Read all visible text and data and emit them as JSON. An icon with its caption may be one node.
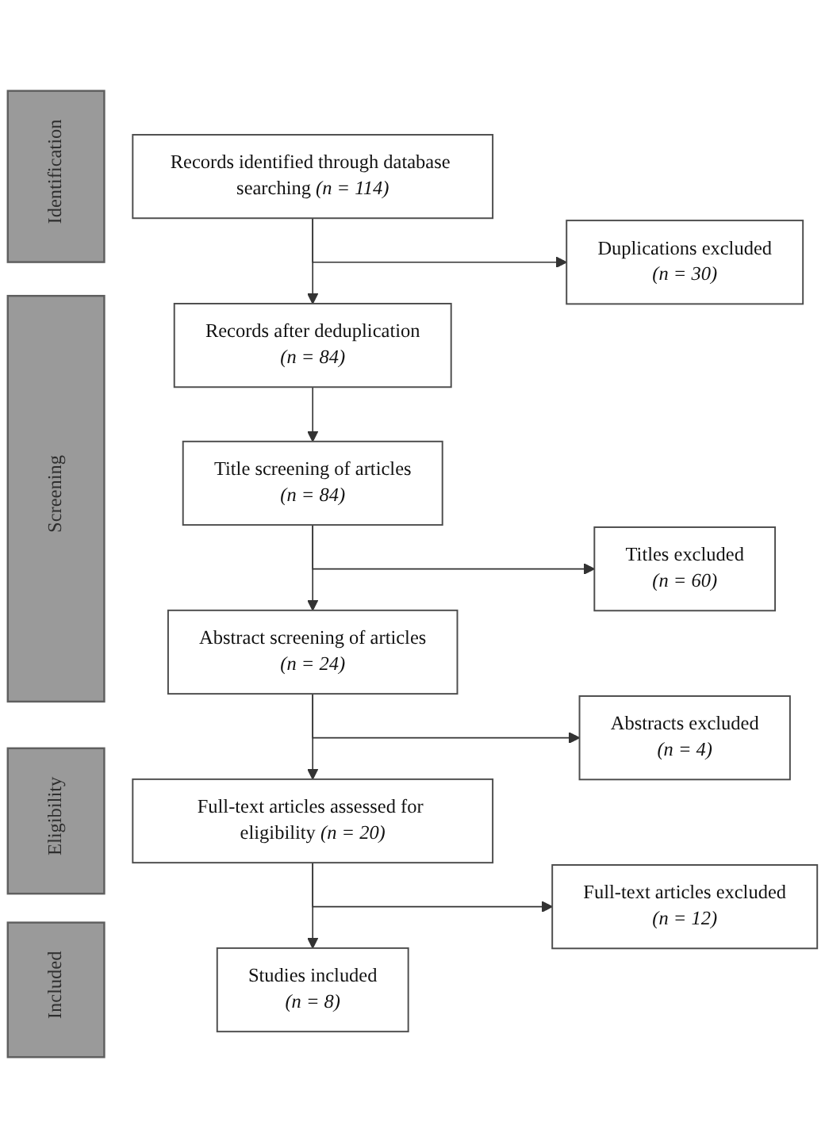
{
  "diagram": {
    "nodes": [
      {
        "text": [
          "Identification"
        ]
      },
      {
        "text": [
          "Records identified through database searching *(n = 114)*"
        ]
      },
      {
        "text": [
          "Duplications excluded",
          "(n = 30)"
        ]
      },
      {
        "text": [
          "Screening"
        ]
      },
      {
        "text": [
          "Records after deduplication",
          "(n = 84)"
        ]
      },
      {
        "text": [
          "Title screening of articles",
          "(n = 84)"
        ]
      },
      {
        "text": [
          "Titles excluded",
          "(n = 60)"
        ]
      },
      {
        "text": [
          "Abstract screening of articles",
          "(n = 24)"
        ]
      },
      {
        "text": [
          "Abstracts excluded",
          "(n = 4)"
        ]
      },
      {
        "text": [
          "Eligibility"
        ]
      },
      {
        "text": [
          "Full-text articles assessed for eligibility *(n = 20)*"
        ]
      },
      {
        "text": [
          "Full-text articles excluded",
          "(n = 12)"
        ]
      },
      {
        "text": [
          "Included"
        ]
      },
      {
        "text": [
          "Studies included",
          "(n = 8)"
        ]
      }
    ],
    "edges": [
      {
        "from": 1,
        "to": 2,
        "arrow": "to"
      },
      {
        "from": 1,
        "to": 4,
        "arrow": "to"
      },
      {
        "from": 4,
        "to": 5,
        "arrow": "to"
      },
      {
        "from": 5,
        "to": 6,
        "arrow": "to"
      },
      {
        "from": 5,
        "to": 7,
        "arrow": "to"
      },
      {
        "from": 7,
        "to": 8,
        "arrow": "to"
      },
      {
        "from": 7,
        "to": 10,
        "arrow": "to"
      },
      {
        "from": 10,
        "to": 11,
        "arrow": "to"
      },
      {
        "from": 10,
        "to": 13,
        "arrow": "to"
      }
    ]
  }
}
